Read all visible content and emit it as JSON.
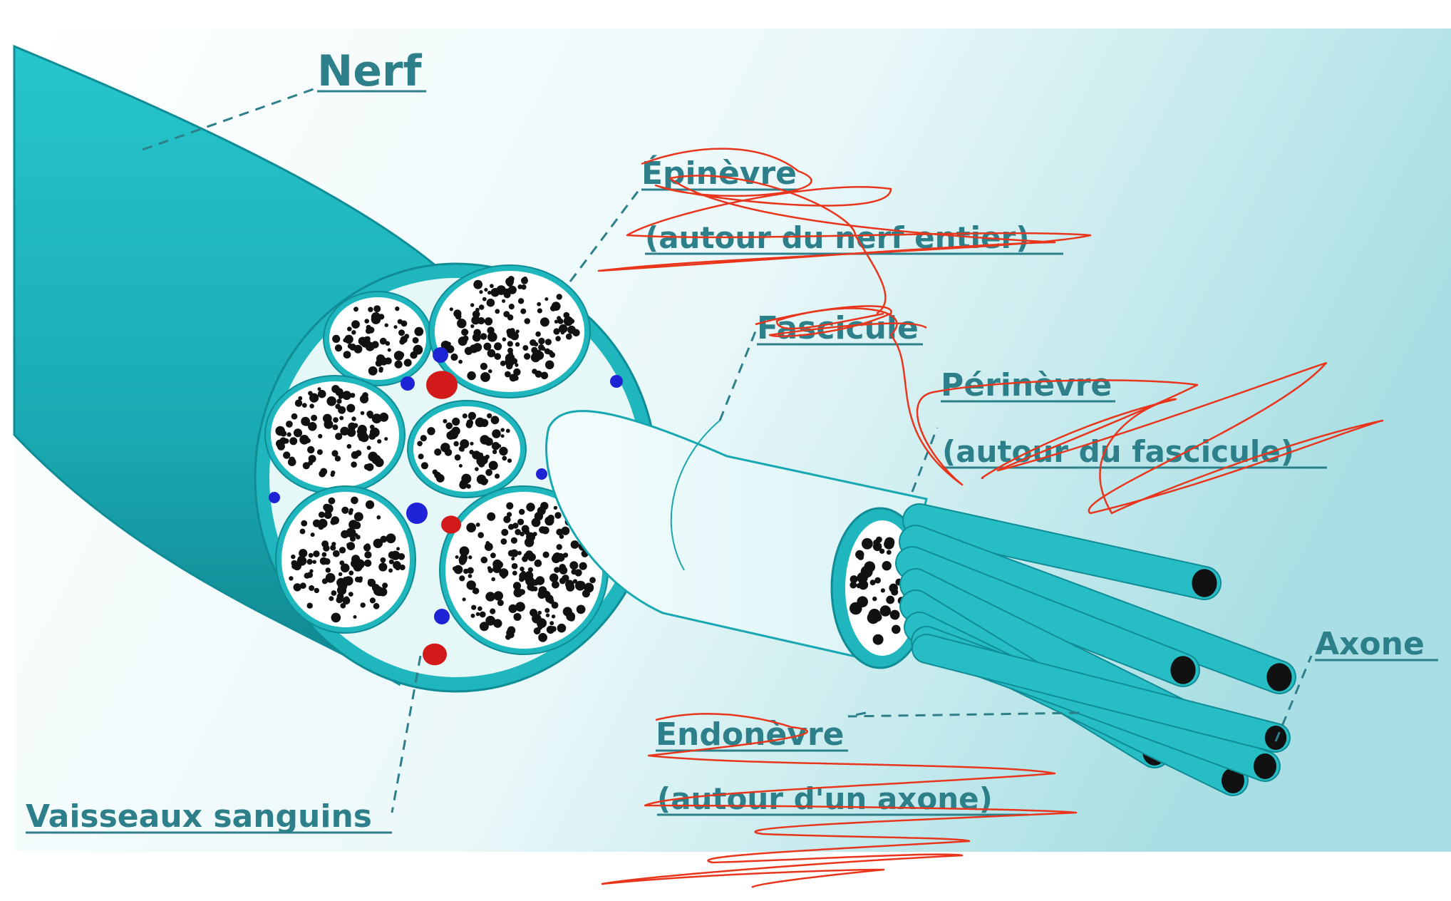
{
  "labels": {
    "nerf": "Nerf",
    "epinevre": "Épinèvre",
    "epinevre_sub": "(autour du nerf entier)",
    "fascicule": "Fascicule",
    "perinevre": "Périnèvre",
    "perinevre_sub": "(autour du fascicule)",
    "axone": "Axone",
    "endonevre": "Endonèvre",
    "endonevre_sub": "(autour d'un axone)",
    "vaisseaux": "Vaisseaux sanguins"
  },
  "colors": {
    "nerve": "#1fb8c0",
    "nerve_dark": "#128f98",
    "fascicle_outline": "#17a7b0",
    "label": "#2d7f8a",
    "vessel_blue": "#1e24d6",
    "vessel_red": "#d21a1a",
    "scribble": "#e8351c",
    "background": "#cfeff2"
  }
}
